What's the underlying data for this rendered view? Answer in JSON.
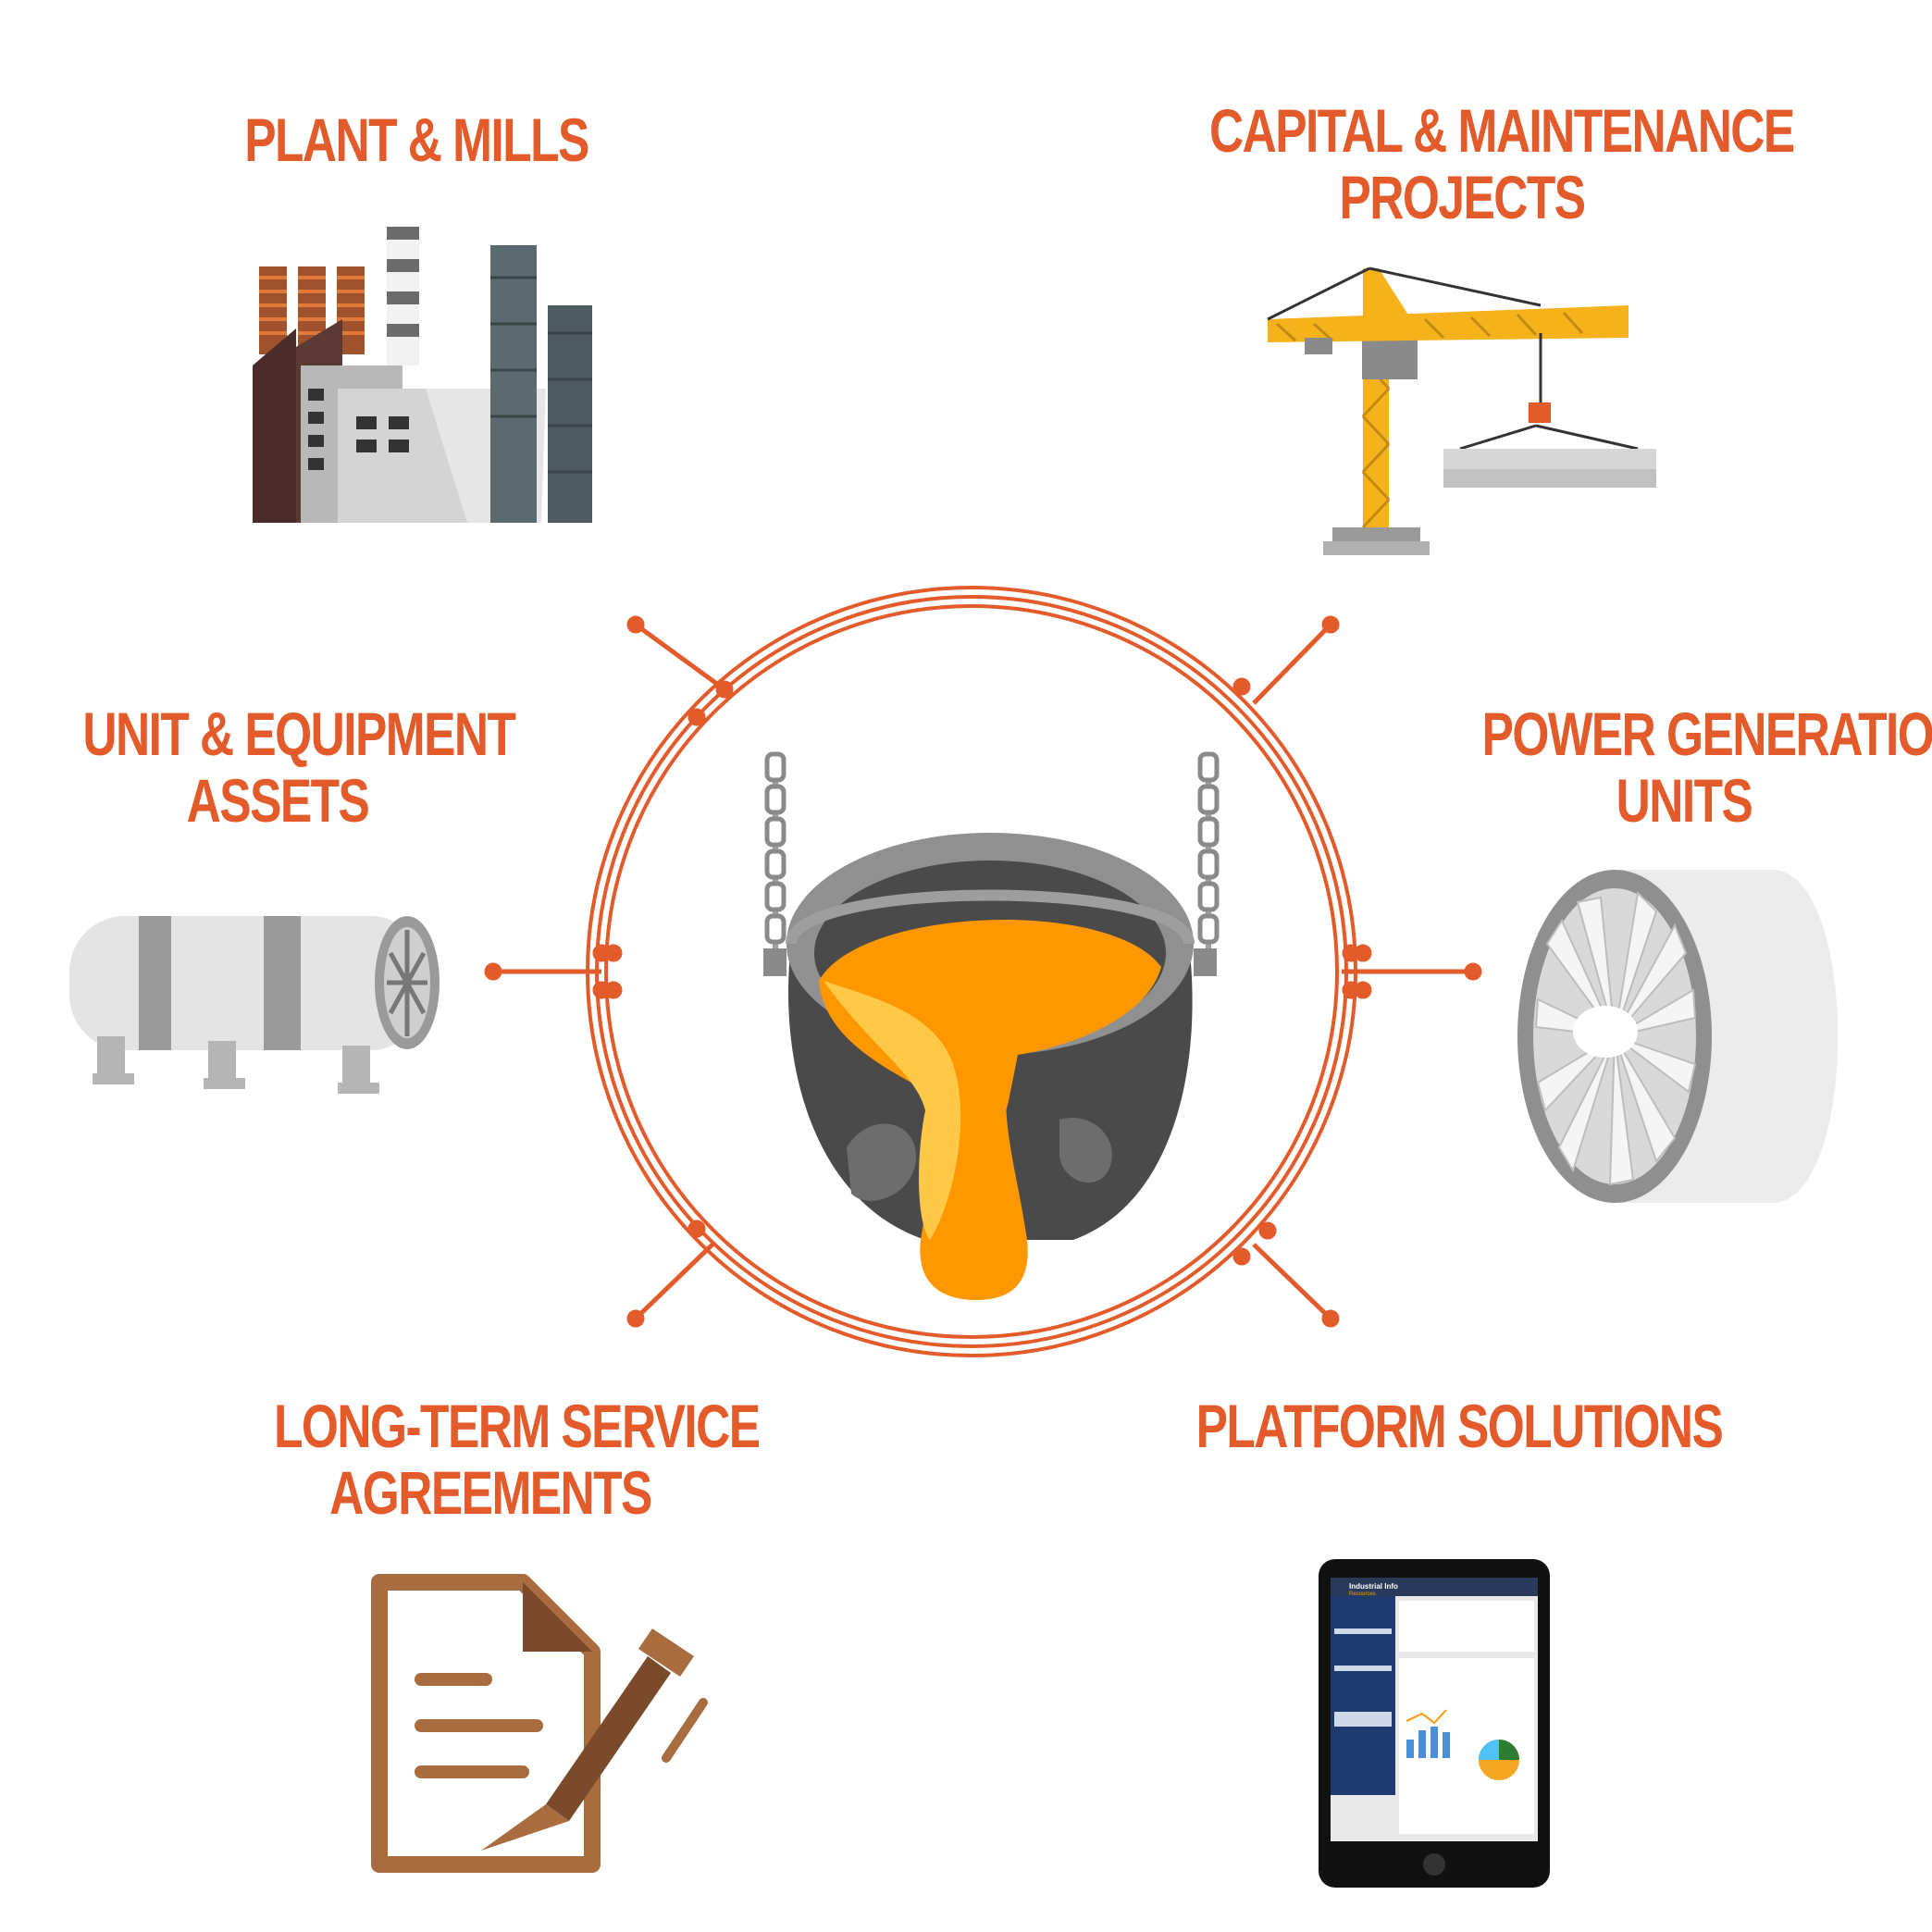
{
  "colors": {
    "accent": "#e35b2a",
    "molten": "#ff9800",
    "molten_light": "#ffc947",
    "steel": "#555555"
  },
  "nodes": {
    "plant": {
      "line1": "PLANT & MILLS",
      "line2": "",
      "icon": "factory-icon"
    },
    "capital": {
      "line1": "CAPITAL & MAINTENANCE",
      "line2": "PROJECTS",
      "icon": "crane-icon"
    },
    "unit": {
      "line1": "UNIT & EQUIPMENT",
      "line2": "ASSETS",
      "icon": "turbine-cylinder-icon"
    },
    "power": {
      "line1": "POWER GENERATION",
      "line2": "UNITS",
      "icon": "jet-engine-icon"
    },
    "longterm": {
      "line1": "LONG-TERM SERVICE",
      "line2": "AGREEMENTS",
      "icon": "contract-pen-icon"
    },
    "platform": {
      "line1": "PLATFORM SOLUTIONS",
      "line2": "",
      "icon": "tablet-dashboard-icon"
    }
  },
  "center": {
    "icon": "ladle-molten-metal-icon"
  },
  "tablet": {
    "brand_line1": "Industrial Info",
    "brand_line2": "Resources"
  }
}
